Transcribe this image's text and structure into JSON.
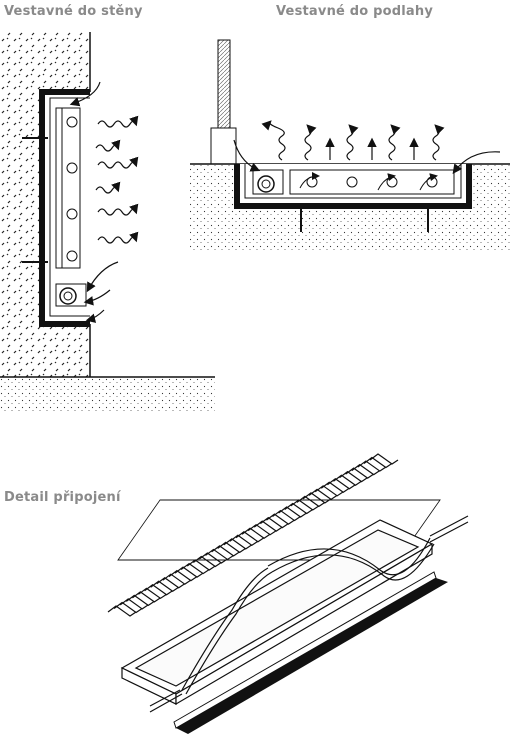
{
  "captions": {
    "wall": "Vestavné do stěny",
    "floor": "Vestavné do podlahy",
    "detail": "Detail připojení"
  },
  "icons": {
    "warm_air": "wavy-arrow-icon",
    "cold_air": "curved-arrow-icon",
    "fan": "fan-roller-icon",
    "water_pipe": "pipe-icon"
  }
}
